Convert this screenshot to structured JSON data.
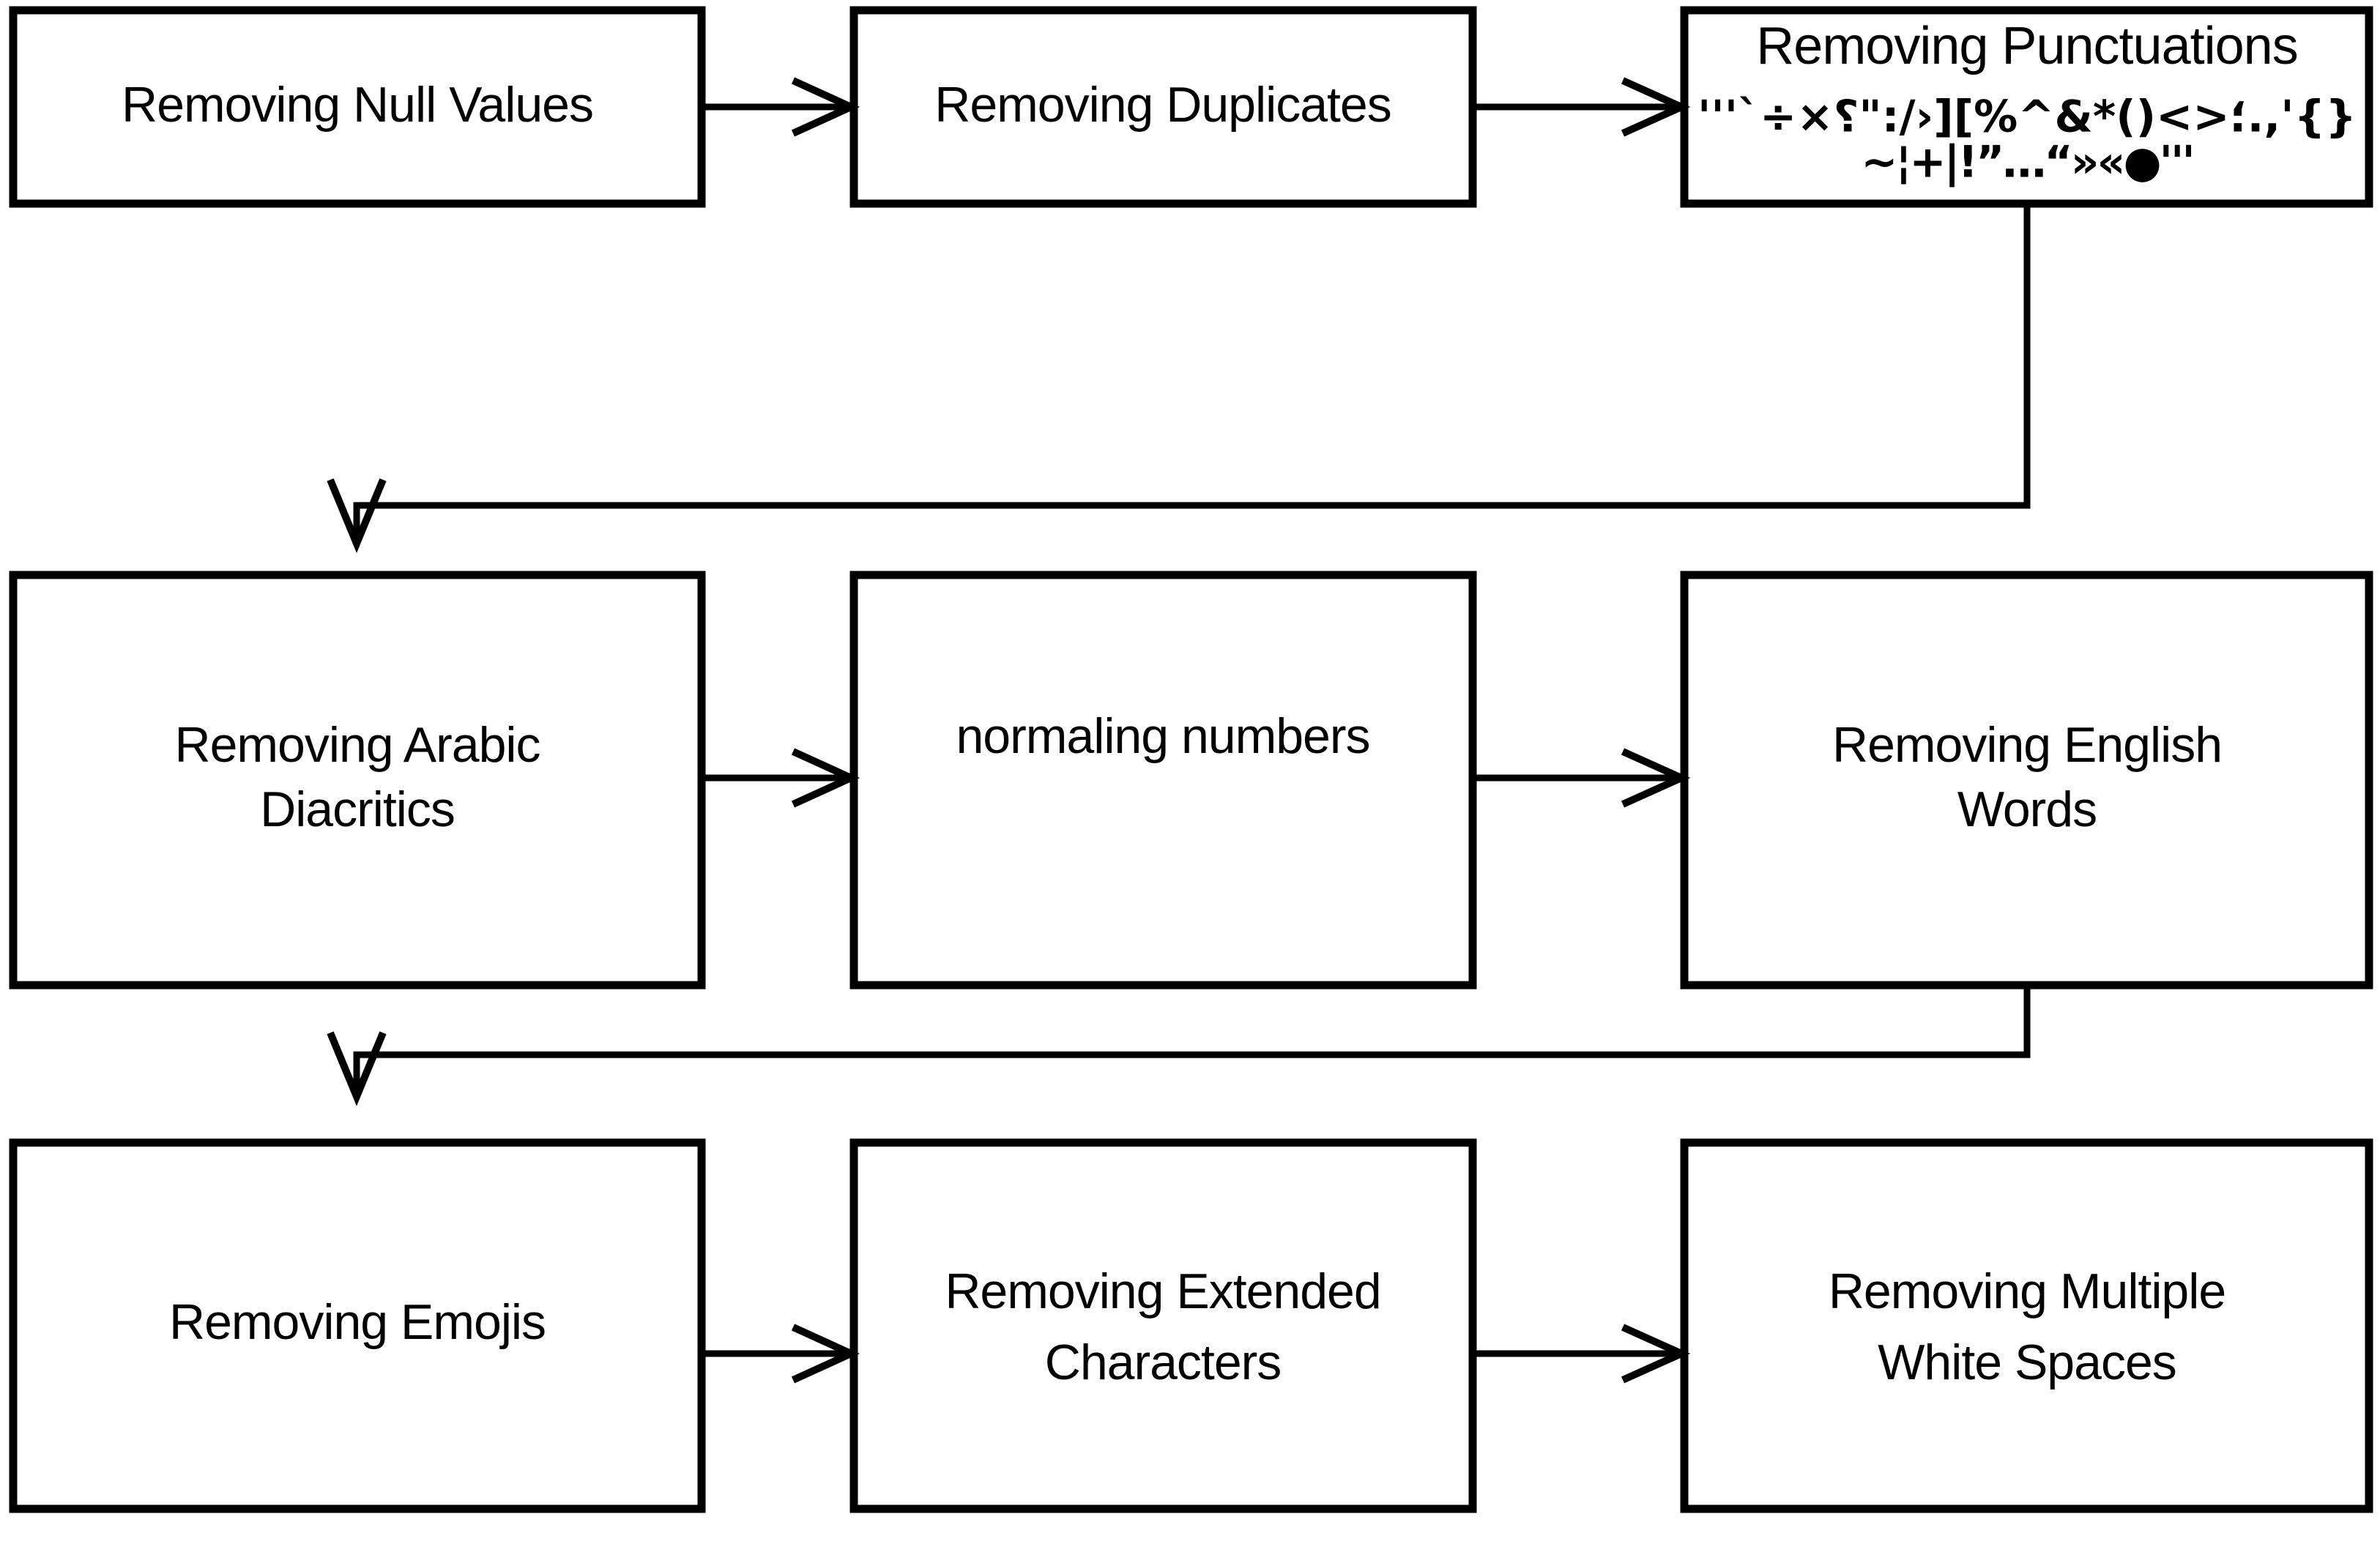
{
  "diagram": {
    "title": "Text Preprocessing Pipeline Flowchart",
    "type": "flowchart",
    "background_color": "#ffffff",
    "stroke_color": "#000000",
    "box_fill_color": "#ffffff"
  },
  "nodes": {
    "n1": {
      "label": "Removing Null Values",
      "line1": "Removing Null Values",
      "line2": ""
    },
    "n2": {
      "label": "Removing Duplicates",
      "line1": "Removing Duplicates",
      "line2": ""
    },
    "n3": {
      "label": "Removing Punctuations",
      "line1": "Removing Punctuations",
      "line2": "",
      "punctuation_line_1": "'''`÷×؛<>()*&^%][‹/:\"؟.,'{}",
      "punctuation_line_2": "~¦+|!”…“»«●'''"
    },
    "n4": {
      "label": "Removing Arabic Diacritics",
      "line1": "Removing Arabic",
      "line2": "Diacritics"
    },
    "n5": {
      "label": "normaling numbers",
      "line1": "normaling numbers",
      "line2": ""
    },
    "n6": {
      "label": "Removing English Words",
      "line1": "Removing English",
      "line2": "Words"
    },
    "n7": {
      "label": "Removing Emojis",
      "line1": "Removing Emojis",
      "line2": ""
    },
    "n8": {
      "label": "Removing Extended Characters",
      "line1": "Removing Extended",
      "line2": "Characters"
    },
    "n9": {
      "label": "Removing Multiple White Spaces",
      "line1": "Removing Multiple",
      "line2": "White Spaces"
    }
  },
  "edges": [
    {
      "id": "e1",
      "from": "n1",
      "to": "n2",
      "kind": "straight-right"
    },
    {
      "id": "e2",
      "from": "n2",
      "to": "n3",
      "kind": "straight-right"
    },
    {
      "id": "e3",
      "from": "n3",
      "to": "n4",
      "kind": "elbow-down-left"
    },
    {
      "id": "e4",
      "from": "n4",
      "to": "n5",
      "kind": "straight-right"
    },
    {
      "id": "e5",
      "from": "n5",
      "to": "n6",
      "kind": "straight-right"
    },
    {
      "id": "e6",
      "from": "n6",
      "to": "n7",
      "kind": "elbow-down-left"
    },
    {
      "id": "e7",
      "from": "n7",
      "to": "n8",
      "kind": "straight-right"
    },
    {
      "id": "e8",
      "from": "n8",
      "to": "n9",
      "kind": "straight-right"
    }
  ]
}
